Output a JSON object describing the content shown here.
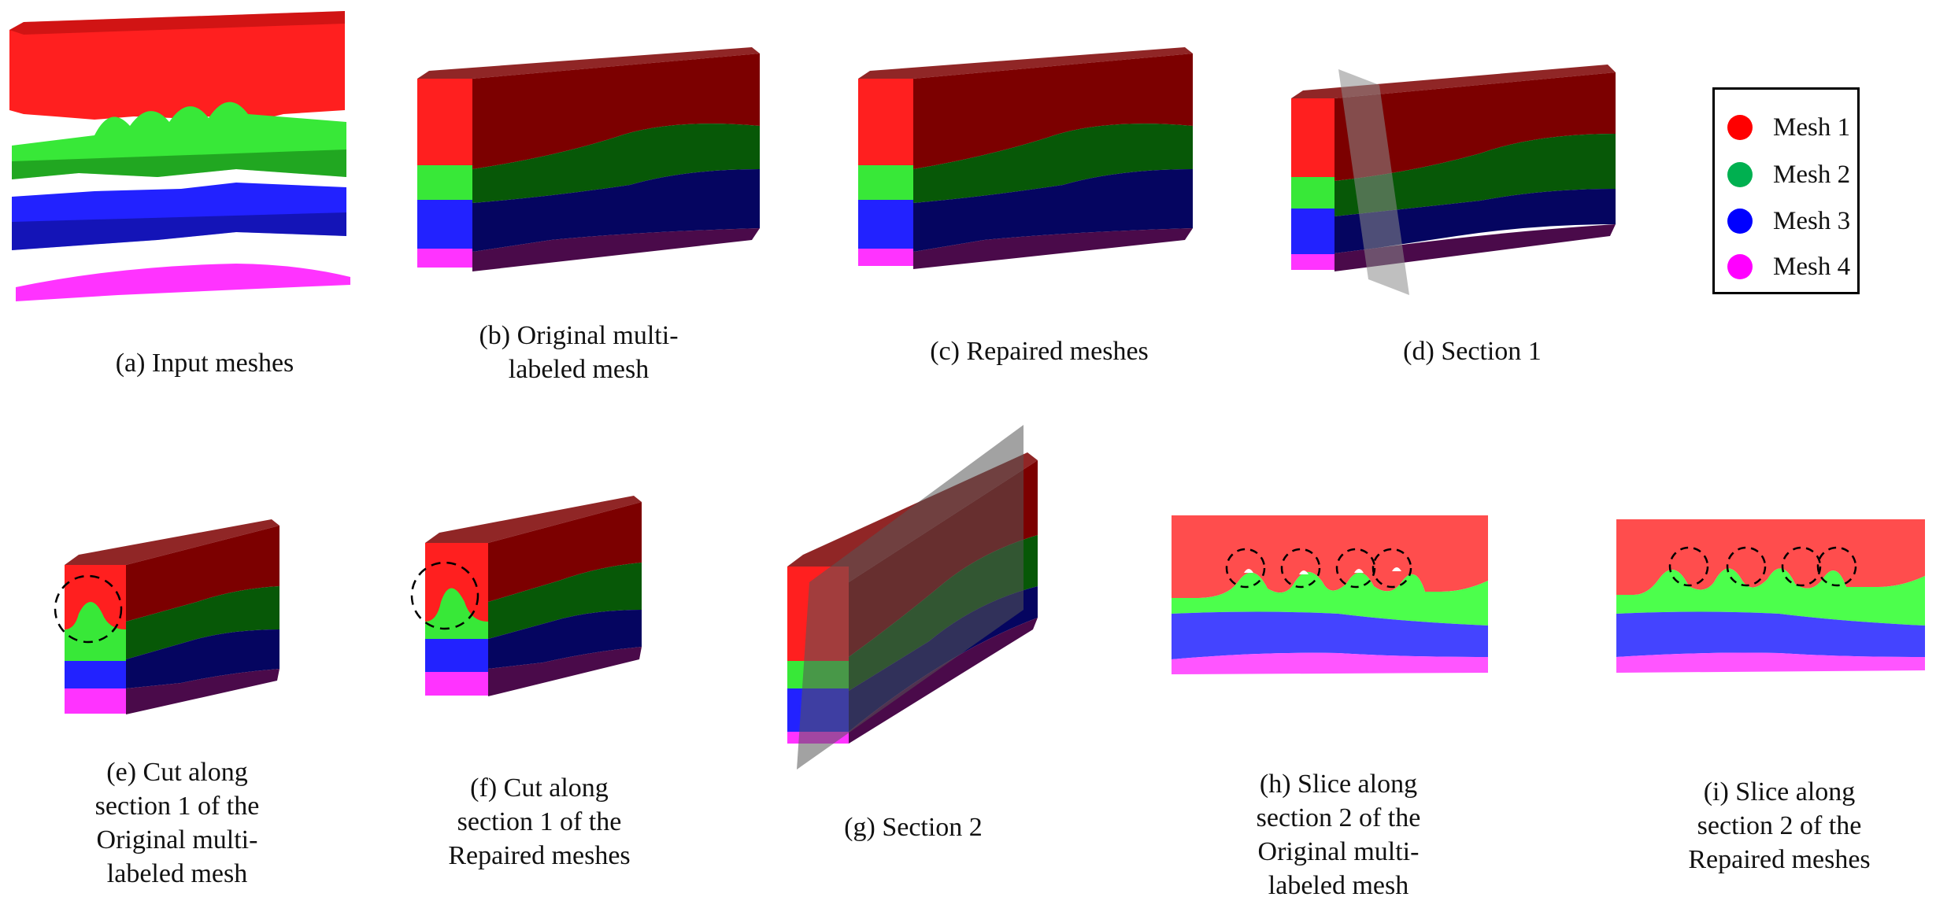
{
  "colors": {
    "mesh1_front": "#ff1f1f",
    "mesh1_side": "#7c0000",
    "mesh2_front": "#38e838",
    "mesh2_side": "#075807",
    "mesh3_front": "#2222ff",
    "mesh3_side": "#050560",
    "mesh4_front": "#ff33ff",
    "mesh4_side": "#4a0a4a",
    "legend_mesh1": "#ff0000",
    "legend_mesh2": "#00b050",
    "legend_mesh3": "#0000ff",
    "legend_mesh4": "#ff00ff",
    "section_plane": "#8a8a8a"
  },
  "legend": {
    "items": [
      {
        "label": "Mesh 1",
        "color": "#ff0000"
      },
      {
        "label": "Mesh 2",
        "color": "#00b050"
      },
      {
        "label": "Mesh 3",
        "color": "#0000ff"
      },
      {
        "label": "Mesh 4",
        "color": "#ff00ff"
      }
    ]
  },
  "captions": {
    "a": "(a) Input meshes",
    "b": "(b) Original multi-\nlabeled mesh",
    "c": "(c) Repaired meshes",
    "d": "(d) Section 1",
    "e": "(e) Cut along\nsection 1 of the\nOriginal multi-\nlabeled mesh",
    "f": "(f) Cut along\nsection 1 of the\nRepaired meshes",
    "g": "(g) Section 2",
    "h": "(h) Slice along\nsection 2 of the\nOriginal multi-\nlabeled mesh",
    "i": "(i) Slice along\nsection 2 of the\nRepaired meshes"
  }
}
